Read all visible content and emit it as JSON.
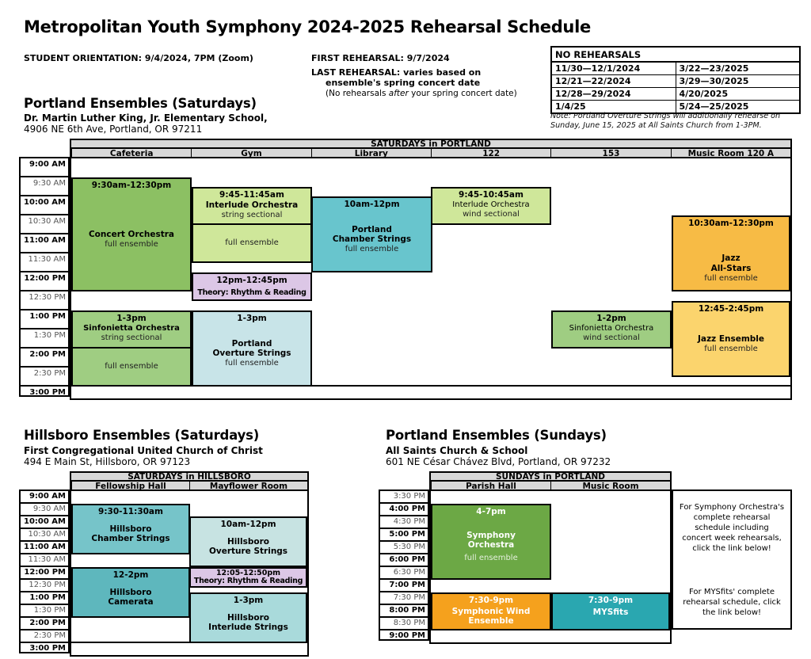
{
  "page": {
    "title": "Metropolitan Youth Symphony 2024-2025 Rehearsal Schedule",
    "orientation": "STUDENT ORIENTATION: 9/4/2024, 7PM (Zoom)",
    "first_rehearsal": "FIRST REHEARSAL: 9/7/2024",
    "last_rehearsal_line1": "LAST REHEARSAL: varies based on",
    "last_rehearsal_line2": "ensemble's spring concert date",
    "no_after_pre": "(No rehearsals ",
    "no_after_italic": "after",
    "no_after_post": " your spring concert date)"
  },
  "no_rehearsals": {
    "title": "NO REHEARSALS",
    "rows": [
      [
        "11/30—12/1/2024",
        "3/22—23/2025"
      ],
      [
        "12/21—22/2024",
        "3/29—30/2025"
      ],
      [
        "12/28—29/2024",
        "4/20/2025"
      ],
      [
        "1/4/25",
        "5/24—25/2025"
      ]
    ],
    "note": "Note: Portland Overture Strings will additionally rehearse on Sunday, June 15, 2025 at All Saints Church from 1-3PM."
  },
  "portland_sat": {
    "heading": "Portland Ensembles (Saturdays)",
    "venue": "Dr. Martin Luther King, Jr. Elementary School,",
    "address": "4906 NE 6th Ave, Portland, OR 97211",
    "table_title": "SATURDAYS in PORTLAND",
    "columns": [
      "Cafeteria",
      "Gym",
      "Library",
      "122",
      "153",
      "Music Room 120 A"
    ],
    "times": [
      {
        "t": "9:00 AM",
        "cls": "hr"
      },
      {
        "t": "9:30 AM"
      },
      {
        "t": "10:00 AM",
        "cls": "hr"
      },
      {
        "t": "10:30 AM"
      },
      {
        "t": "11:00 AM",
        "cls": "hr"
      },
      {
        "t": "11:30 AM"
      },
      {
        "t": "12:00 PM",
        "cls": "hr"
      },
      {
        "t": "12:30 PM"
      },
      {
        "t": "1:00 PM",
        "cls": "hr"
      },
      {
        "t": "1:30 PM"
      },
      {
        "t": "2:00 PM",
        "cls": "hr"
      },
      {
        "t": "2:30 PM"
      },
      {
        "t": "3:00 PM",
        "cls": "hr last"
      }
    ],
    "blocks": {
      "concert": {
        "time": "9:30am-12:30pm",
        "name": "Concert Orchestra",
        "sub": "full ensemble"
      },
      "interlude_gym": {
        "time": "9:45-11:45am",
        "name": "Interlude Orchestra",
        "sub": "string sectional",
        "sub2": "full ensemble"
      },
      "chamber": {
        "time": "10am-12pm",
        "name": "Portland\nChamber Strings",
        "sub": "full ensemble"
      },
      "theory_gym": {
        "time": "12pm-12:45pm",
        "name": "Theory: Rhythm & Reading"
      },
      "sinfonietta_caf": {
        "time": "1-3pm",
        "name": "Sinfonietta Orchestra",
        "sub": "string sectional",
        "sub2": "full ensemble"
      },
      "overture_gym": {
        "time": "1-3pm",
        "name": "Portland\nOverture Strings",
        "sub": "full ensemble"
      },
      "interlude_122": {
        "time": "9:45-10:45am",
        "name": "Interlude Orchestra",
        "sub": "wind sectional"
      },
      "sinfonietta_153": {
        "time": "1-2pm",
        "name": "Sinfonietta Orchestra",
        "sub": "wind sectional"
      },
      "jazz_allstars": {
        "time": "10:30am-12:30pm",
        "name": "Jazz\nAll-Stars",
        "sub": "full ensemble"
      },
      "jazz_ensemble": {
        "time": "12:45-2:45pm",
        "name": "Jazz Ensemble",
        "sub": "full ensemble"
      }
    }
  },
  "hillsboro": {
    "heading": "Hillsboro Ensembles (Saturdays)",
    "venue": "First Congregational United Church of Christ",
    "address": "494 E Main St, Hillsboro, OR 97123",
    "table_title": "SATURDAYS in HILLSBORO",
    "columns": [
      "Fellowship Hall",
      "Mayflower Room"
    ],
    "times": [
      {
        "t": "9:00 AM",
        "cls": "hr"
      },
      {
        "t": "9:30 AM"
      },
      {
        "t": "10:00 AM",
        "cls": "hr"
      },
      {
        "t": "10:30 AM"
      },
      {
        "t": "11:00 AM",
        "cls": "hr"
      },
      {
        "t": "11:30 AM"
      },
      {
        "t": "12:00 PM",
        "cls": "hr"
      },
      {
        "t": "12:30 PM"
      },
      {
        "t": "1:00 PM",
        "cls": "hr"
      },
      {
        "t": "1:30 PM"
      },
      {
        "t": "2:00 PM",
        "cls": "hr"
      },
      {
        "t": "2:30 PM"
      },
      {
        "t": "3:00 PM",
        "cls": "hr last"
      }
    ],
    "blocks": {
      "chamber": {
        "time": "9:30-11:30am",
        "name": "Hillsboro\nChamber Strings"
      },
      "overture": {
        "time": "10am-12pm",
        "name": "Hillsboro\nOverture Strings"
      },
      "camerata": {
        "time": "12-2pm",
        "name": "Hillsboro\nCamerata"
      },
      "theory": {
        "time": "12:05-12:50pm",
        "name": "Theory: Rhythm & Reading"
      },
      "interlude": {
        "time": "1-3pm",
        "name": "Hillsboro\nInterlude Strings"
      }
    }
  },
  "portland_sun": {
    "heading": "Portland Ensembles (Sundays)",
    "venue": "All Saints Church & School",
    "address": "601 NE César Chávez Blvd, Portland, OR 97232",
    "table_title": "SUNDAYS in PORTLAND",
    "columns": [
      "Parish Hall",
      "Music Room"
    ],
    "times": [
      {
        "t": "3:30 PM"
      },
      {
        "t": "4:00 PM",
        "cls": "hr"
      },
      {
        "t": "4:30 PM"
      },
      {
        "t": "5:00 PM",
        "cls": "hr"
      },
      {
        "t": "5:30 PM"
      },
      {
        "t": "6:00 PM",
        "cls": "hr"
      },
      {
        "t": "6:30 PM"
      },
      {
        "t": "7:00 PM",
        "cls": "hr"
      },
      {
        "t": "7:30 PM"
      },
      {
        "t": "8:00 PM",
        "cls": "hr"
      },
      {
        "t": "8:30 PM"
      },
      {
        "t": "9:00 PM",
        "cls": "hr last"
      }
    ],
    "blocks": {
      "symphony": {
        "time": "4-7pm",
        "name": "Symphony\nOrchestra",
        "sub": "full ensemble"
      },
      "wind": {
        "time": "7:30-9pm",
        "name": "Symphonic Wind\nEnsemble"
      },
      "mysfits": {
        "time": "7:30-9pm",
        "name": "MYSfits"
      }
    },
    "info_box": {
      "para1": "For Symphony Orchestra's complete rehearsal schedule including concert week rehearsals, click the link below!",
      "para2": "For MYSfits' complete rehearsal schedule, click the link below!"
    }
  },
  "colors": {
    "header_gray": "#d8d8d8",
    "concert_green": "#8cc063",
    "interlude_green": "#cfe79a",
    "sinfonietta_green": "#9fcd82",
    "chamber_teal": "#68c5cd",
    "overture_blue": "#c8e4e8",
    "theory_purple": "#dcc7e6",
    "jazz_allstars_gold": "#f7bb45",
    "jazz_ensemble_gold": "#fbd46d",
    "hb_chamber_teal": "#76c4c9",
    "hb_overture_teal": "#c7e3e2",
    "hb_camerata_teal": "#5eb7bd",
    "hb_interlude_teal": "#a9dadb",
    "symphony_green": "#6ca845",
    "wind_orange": "#f5a11d",
    "mysfits_teal": "#2aa7b0"
  }
}
